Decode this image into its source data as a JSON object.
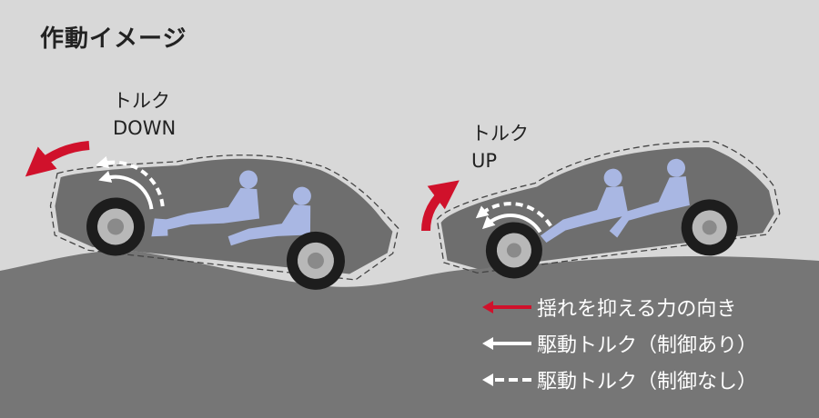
{
  "title": "作動イメージ",
  "left_car": {
    "torque_label_line1": "トルク",
    "torque_label_line2": "DOWN"
  },
  "right_car": {
    "torque_label_line1": "トルク",
    "torque_label_line2": "UP"
  },
  "legend": {
    "items": [
      {
        "icon": "red-solid-arrow-left",
        "color": "#d0112b",
        "label": "揺れを抑える力の向き"
      },
      {
        "icon": "white-solid-arrow-left",
        "color": "#ffffff",
        "label": "駆動トルク（制御あり）"
      },
      {
        "icon": "white-dashed-arrow-left",
        "color": "#ffffff",
        "label": "駆動トルク（制御なし）"
      }
    ]
  },
  "colors": {
    "background": "#d8d8d8",
    "ground": "#767676",
    "car_body": "#6e6e6e",
    "tire": "#1d1d1d",
    "occupant": "#a9b7e3",
    "arrow_red": "#d0112b"
  }
}
